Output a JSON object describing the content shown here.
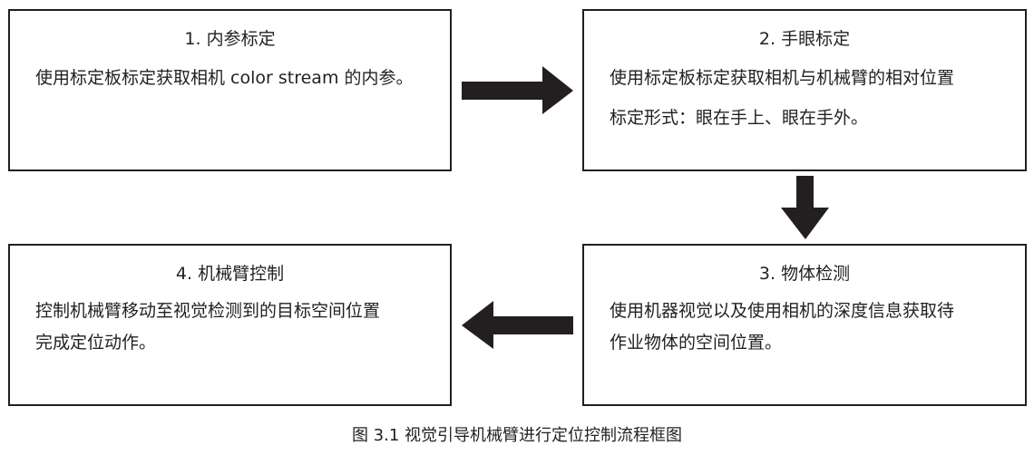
{
  "steps": [
    {
      "title": "1. 内参标定",
      "lines": [
        "使用标定板标定获取相机 color stream 的内参。"
      ]
    },
    {
      "title": "2. 手眼标定",
      "lines": [
        "使用标定板标定获取相机与机械臂的相对位置",
        "标定形式：眼在手上、眼在手外。"
      ]
    },
    {
      "title": "3. 物体检测",
      "lines": [
        "使用机器视觉以及使用相机的深度信息获取待",
        "作业物体的空间位置。"
      ]
    },
    {
      "title": "4. 机械臂控制",
      "lines": [
        "控制机械臂移动至视觉检测到的目标空间位置",
        "完成定位动作。"
      ]
    }
  ],
  "caption": "图 3.1 视觉引导机械臂进行定位控制流程框图",
  "colors": {
    "stroke": "#231f20",
    "arrow": "#231f20",
    "background": "#ffffff"
  }
}
